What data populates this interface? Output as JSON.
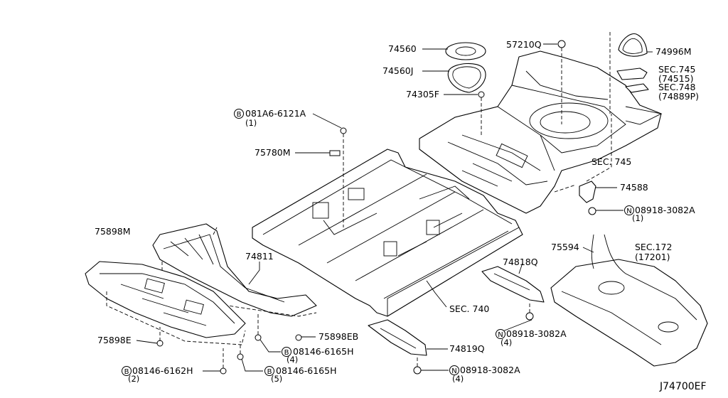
{
  "diagram_code": "J74700EF",
  "callouts": [
    {
      "id": "74560",
      "label": "74560"
    },
    {
      "id": "74560J",
      "label": "74560J"
    },
    {
      "id": "74305F",
      "label": "74305F"
    },
    {
      "id": "57210Q",
      "label": "57210Q"
    },
    {
      "id": "74996M",
      "label": "74996M"
    },
    {
      "id": "sec745a",
      "label": "SEC.745",
      "sub": "(74515)"
    },
    {
      "id": "sec748",
      "label": "SEC.748",
      "sub": "(74889P)"
    },
    {
      "id": "081A6",
      "prefix": "B",
      "label": "081A6-6121A",
      "sub": "(1)"
    },
    {
      "id": "75780M",
      "label": "75780M"
    },
    {
      "id": "sec745b",
      "label": "SEC. 745"
    },
    {
      "id": "74588",
      "label": "74588"
    },
    {
      "id": "08918a",
      "prefix": "N",
      "label": "08918-3082A",
      "sub": "(1)"
    },
    {
      "id": "75898M",
      "label": "75898M"
    },
    {
      "id": "74811",
      "label": "74811"
    },
    {
      "id": "75594",
      "label": "75594"
    },
    {
      "id": "sec172",
      "label": "SEC.172",
      "sub": "(17201)"
    },
    {
      "id": "74818Q",
      "label": "74818Q"
    },
    {
      "id": "sec740",
      "label": "SEC. 740"
    },
    {
      "id": "75898EB",
      "label": "75898EB"
    },
    {
      "id": "75898E",
      "label": "75898E"
    },
    {
      "id": "08146h1",
      "prefix": "B",
      "label": "08146-6165H",
      "sub": "(4)"
    },
    {
      "id": "08918b",
      "prefix": "N",
      "label": "08918-3082A",
      "sub": "(4)"
    },
    {
      "id": "74819Q",
      "label": "74819Q"
    },
    {
      "id": "08146h2",
      "prefix": "B",
      "label": "08146-6162H",
      "sub": "(2)"
    },
    {
      "id": "08146h3",
      "prefix": "B",
      "label": "08146-6165H",
      "sub": "(5)"
    },
    {
      "id": "08918c",
      "prefix": "N",
      "label": "08918-3082A",
      "sub": "(4)"
    }
  ]
}
